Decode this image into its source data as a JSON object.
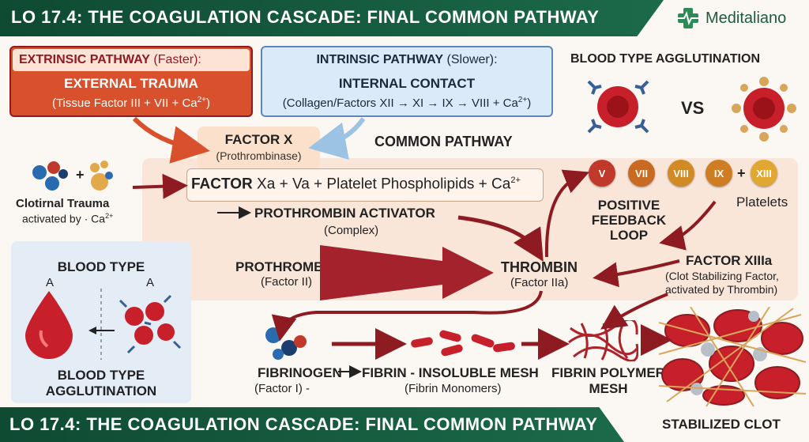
{
  "header": {
    "title": "LO 17.4: THE COAGULATION CASCADE: FINAL COMMON PATHWAY",
    "brand": "Meditaliano"
  },
  "footer": {
    "title": "LO 17.4: THE COAGULATION CASCADE: FINAL COMMON PATHWAY"
  },
  "extrinsic": {
    "heading": "EXTRINSIC PATHWAY",
    "speed": "(Faster):",
    "title": "EXTERNAL TRAUMA",
    "detail": "(Tissue Factor III + VII + Ca",
    "sup": "2+",
    "close": ")"
  },
  "intrinsic": {
    "heading": "INTRINSIC PATHWAY",
    "speed": "(Slower):",
    "title": "INTERNAL CONTACT",
    "detail": "(Collagen/Factors XII → XI → IX → VIII + Ca",
    "sup": "2+",
    "close": ")"
  },
  "agglutination_top": {
    "title": "BLOOD TYPE AGGLUTINATION",
    "vs": "VS"
  },
  "factor_x": {
    "title": "FACTOR X",
    "sub": "(Prothrombinase)"
  },
  "common": {
    "label": "COMMON PATHWAY"
  },
  "trauma": {
    "label": "Clotirnal Trauma",
    "sub": "activated by · Ca",
    "sup": "2+",
    "plus": "+"
  },
  "factor_xa": {
    "prefix": "FACTOR ",
    "text": "Xa + Va  +  Platelet Phospholipids + Ca",
    "sup": "2+"
  },
  "activator": {
    "title": "PROTHROMBIN ACTIVATOR",
    "sub": "(Complex)"
  },
  "prothrombin": {
    "title": "PROTHROMBIN",
    "sub": "(Factor II)"
  },
  "thrombin": {
    "title": "THROMBIN",
    "sub": "(Factor IIa)"
  },
  "feedback": {
    "pills": [
      "V",
      "VII",
      "VIII",
      "IX",
      "XIII"
    ],
    "plus": "+",
    "line1": "POSITIVE",
    "line2": "FEEDBACK",
    "line3": "LOOP",
    "platelets": "Platelets"
  },
  "factor_xiiia": {
    "title": "FACTOR XIIIa",
    "sub1": "(Clot Stabilizing Factor,",
    "sub2": "activated by Thrombin)"
  },
  "blood_type_panel": {
    "title": "BLOOD TYPE",
    "left_label": "A",
    "right_label": "A",
    "caption1": "BLOOD TYPE",
    "caption2": "AGGLUTINATION"
  },
  "fibrinogen": {
    "title": "FIBRINOGEN",
    "sub": "(Factor I) -"
  },
  "fibrin": {
    "title": "FIBRIN - INSOLUBLE MESH",
    "sub": "(Fibrin Monomers)"
  },
  "polymer": {
    "line1": "FIBRIN POLYMER",
    "line2": "MESH"
  },
  "clot": {
    "label": "STABILIZED CLOT"
  },
  "colors": {
    "green": "#1c6a4a",
    "red": "#c0392b",
    "darkred": "#8e1b22",
    "extrinsic": "#d9512c",
    "intrinsic": "#dbeaf8"
  }
}
